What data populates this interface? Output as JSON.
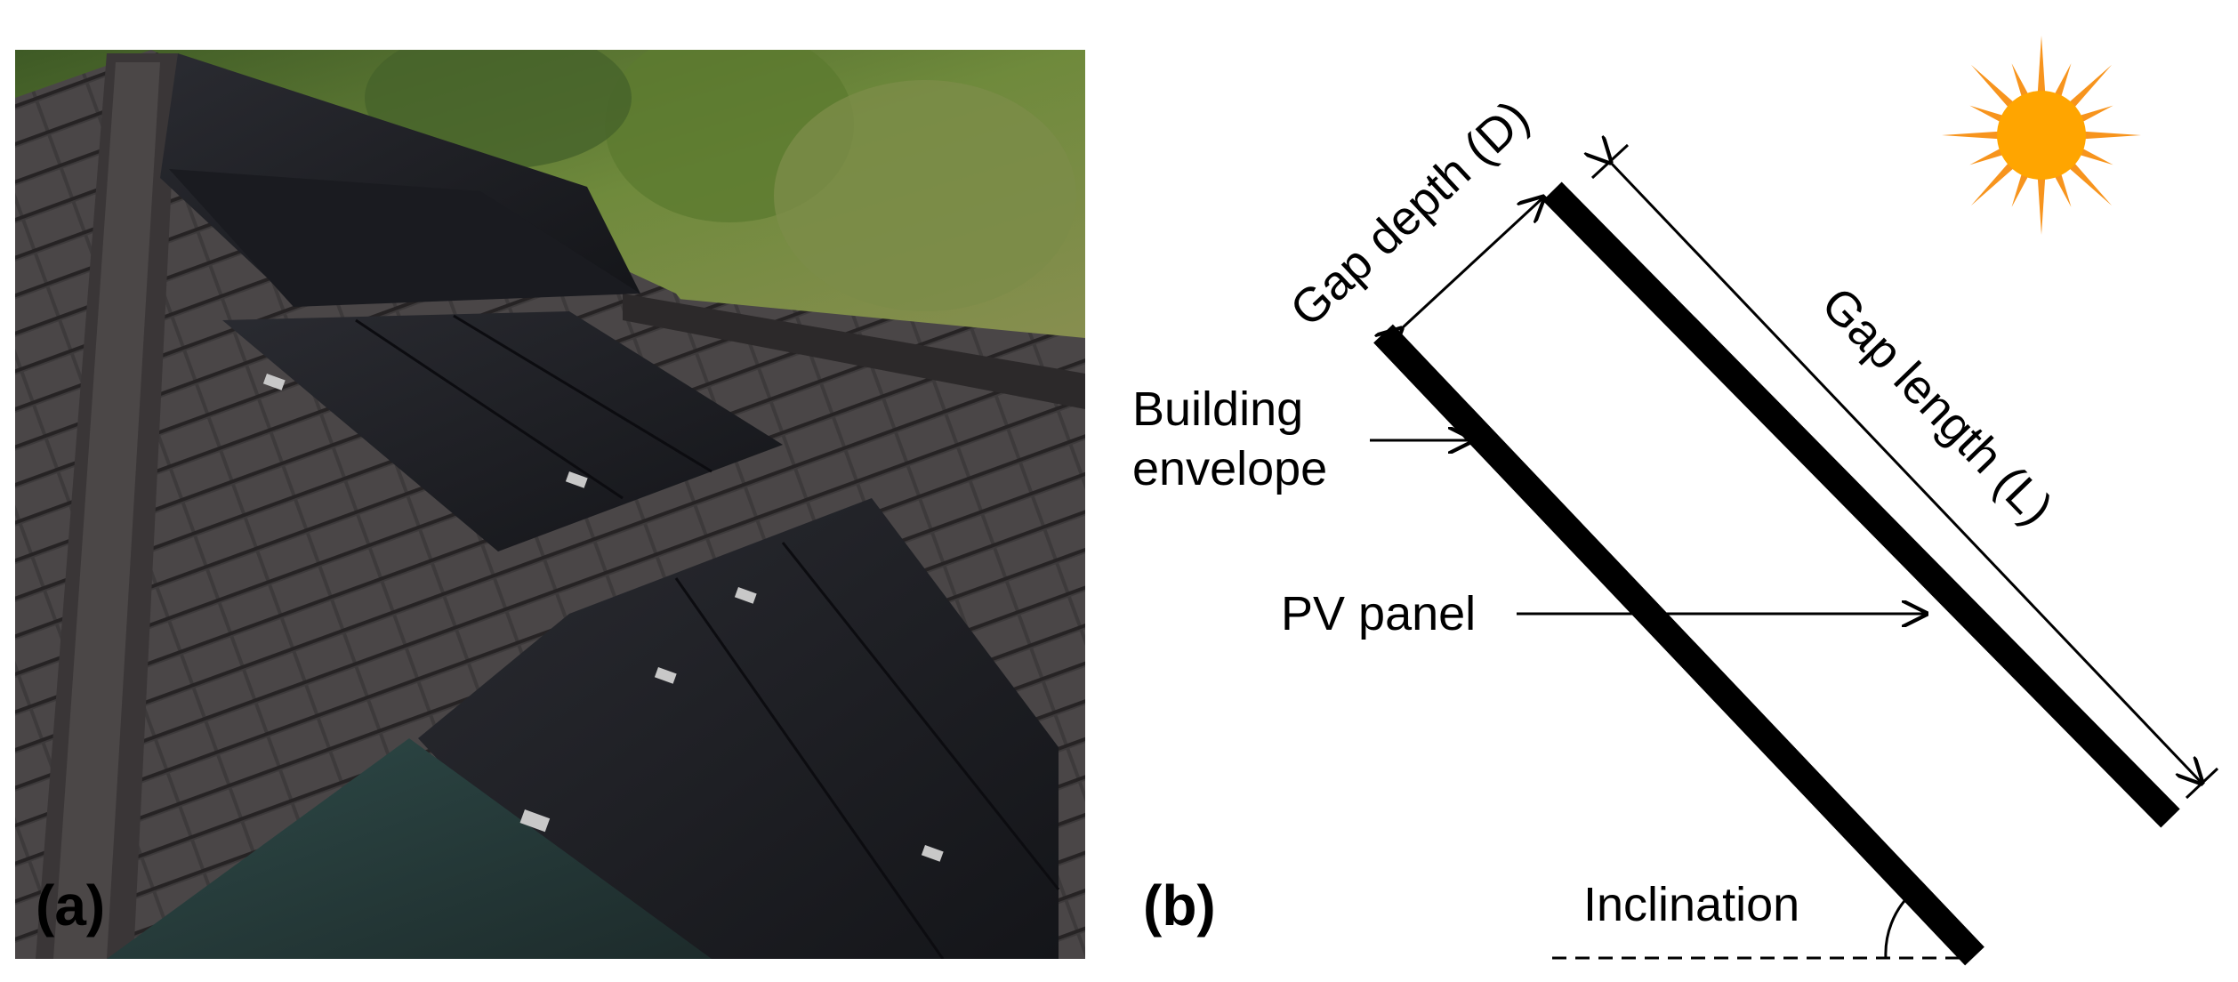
{
  "panels": {
    "a": {
      "label": "(a)"
    },
    "b": {
      "label": "(b)"
    }
  },
  "diagram": {
    "gap_depth": "Gap depth (D)",
    "gap_length": "Gap length (L)",
    "building_envelope_line1": "Building",
    "building_envelope_line2": "envelope",
    "pv_panel": "PV panel",
    "inclination": "Inclination"
  },
  "colors": {
    "sun": "#F7941D",
    "sun_core": "#FFA500",
    "roof_tile": "#3d3a3b",
    "pv_glass": "#1c1d22",
    "foliage": "#4e6a2e"
  }
}
